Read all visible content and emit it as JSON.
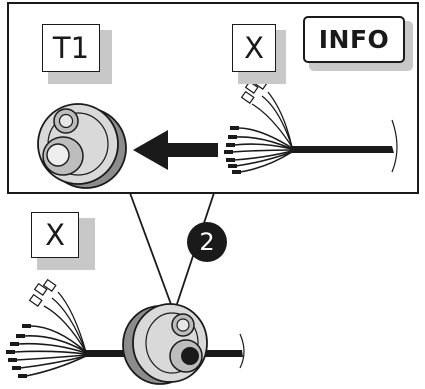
{
  "labels": {
    "target_part": "T1",
    "cable_top": "X",
    "cable_bottom": "X",
    "info": "INFO"
  },
  "step": {
    "number": "2"
  },
  "colors": {
    "ink": "#1a1a1a",
    "grommet_fill": "#d9d9d9",
    "grommet_shadow": "#8c8c8c",
    "label_shadow": "#c8c8c8",
    "background": "#ffffff"
  }
}
